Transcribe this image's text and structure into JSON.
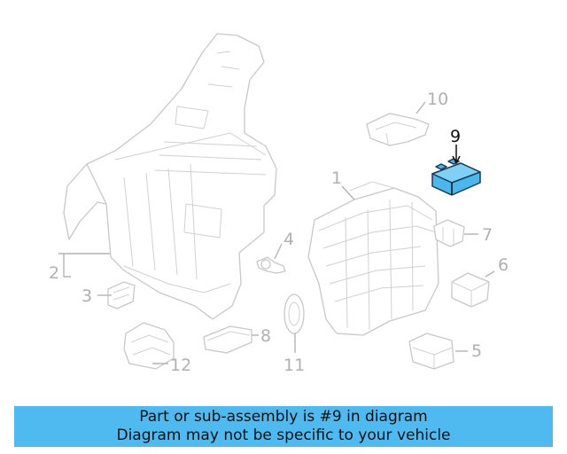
{
  "diagram": {
    "highlight_color": "#4ab8ec",
    "highlighted_callout": "9",
    "callouts": [
      {
        "id": "1",
        "text": "1"
      },
      {
        "id": "2",
        "text": "2"
      },
      {
        "id": "3",
        "text": "3"
      },
      {
        "id": "4",
        "text": "4"
      },
      {
        "id": "5",
        "text": "5"
      },
      {
        "id": "6",
        "text": "6"
      },
      {
        "id": "7",
        "text": "7"
      },
      {
        "id": "8",
        "text": "8"
      },
      {
        "id": "9",
        "text": "9"
      },
      {
        "id": "10",
        "text": "10"
      },
      {
        "id": "11",
        "text": "11"
      },
      {
        "id": "12",
        "text": "12"
      }
    ]
  },
  "banner": {
    "line1": "Part or sub-assembly is #9 in diagram",
    "line2": "Diagram may not be specific to your vehicle",
    "color": "#4fbaf0"
  }
}
